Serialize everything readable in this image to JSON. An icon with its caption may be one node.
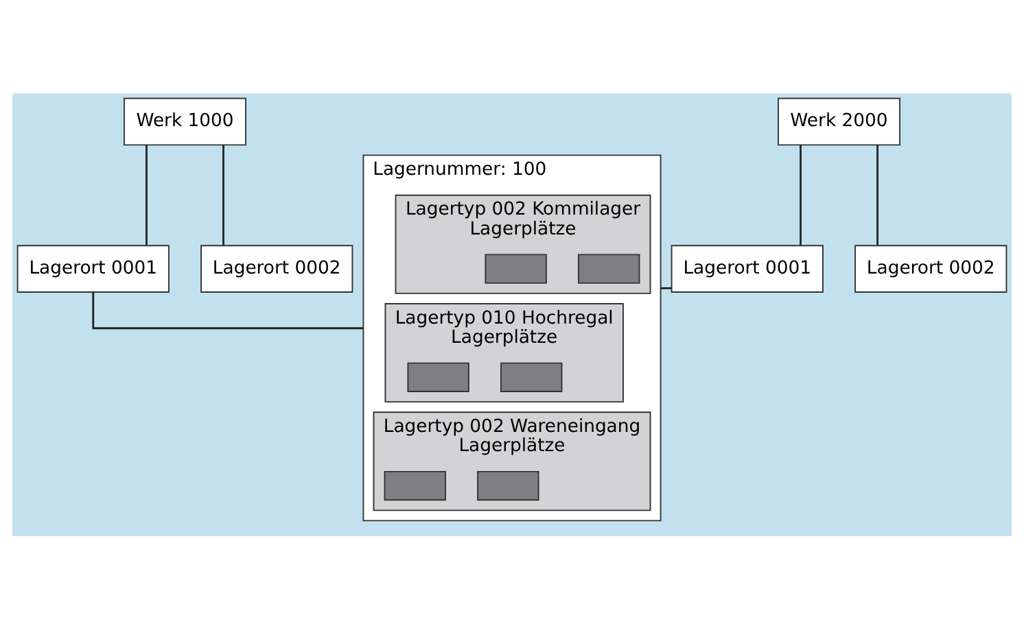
{
  "diagram": {
    "nodes": [
      {
        "text": [
          "Werk 1000"
        ]
      },
      {
        "text": [
          "Werk 2000"
        ]
      },
      {
        "text": [
          "Lagerort 0001"
        ]
      },
      {
        "text": [
          "Lagerort 0002"
        ]
      },
      {
        "text": [
          "Lagerort 0001"
        ]
      },
      {
        "text": [
          "Lagerort 0002"
        ]
      },
      {
        "text": [
          "Lagernummer: 100"
        ]
      },
      {
        "text": [
          "Lagertyp 002 Kommilager",
          "Lagerplätze"
        ],
        "in": 6
      },
      {
        "text": [],
        "shape": "box",
        "in": 7
      },
      {
        "text": [],
        "shape": "box",
        "in": 7
      },
      {
        "text": [
          "Lagertyp 010 Hochregal",
          "Lagerplätze"
        ],
        "in": 6
      },
      {
        "text": [],
        "shape": "box",
        "in": 10
      },
      {
        "text": [],
        "shape": "box",
        "in": 10
      },
      {
        "text": [
          "Lagertyp 002 Wareneingang",
          "Lagerplätze"
        ],
        "in": 6
      },
      {
        "text": [],
        "shape": "box",
        "in": 13
      },
      {
        "text": [],
        "shape": "box",
        "in": 13
      }
    ],
    "edges": [
      {
        "from": 0,
        "to": 2,
        "arrow": "none"
      },
      {
        "from": 0,
        "to": 3,
        "arrow": "none"
      },
      {
        "from": 1,
        "to": 4,
        "arrow": "none"
      },
      {
        "from": 1,
        "to": 5,
        "arrow": "none"
      },
      {
        "from": 2,
        "to": 6,
        "arrow": "none"
      },
      {
        "from": 4,
        "to": 6,
        "arrow": "none"
      }
    ]
  }
}
